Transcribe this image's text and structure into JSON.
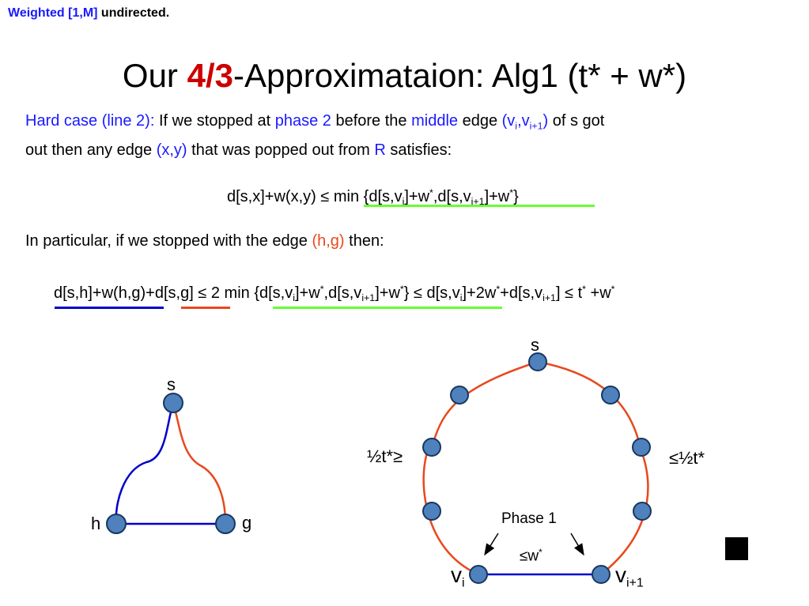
{
  "header": {
    "tag_blue": "Weighted [1,M]",
    "tag_black": " undirected."
  },
  "title": {
    "prefix": "Our ",
    "highlight": "4/3",
    "suffix": "-Approximataion: Alg1 (t* + w*)"
  },
  "para1": {
    "t1": "Hard case (line 2):",
    "t2": " If we stopped at ",
    "t3": "phase 2",
    "t4": " before the ",
    "t5": "middle",
    "t6": " edge ",
    "t7": "(v",
    "t8": "i",
    "t9": ",v",
    "t10": "i+1",
    "t11": ")",
    "t12": " of s got",
    "t13": "out then any edge ",
    "t14": "(x,y)",
    "t15": " that was popped out from ",
    "t16": "R",
    "t17": " satisfies:"
  },
  "eq1": {
    "a": "d[s,x]+w(x,y) ≤ ",
    "b": "min {d[s,v",
    "c": "i",
    "d": "]+w",
    "e": "*",
    "f": ",d[s,v",
    "g": "i+1",
    "h": "]+w",
    "i": "*",
    "j": "}"
  },
  "para2": {
    "a": "In particular, if we stopped with the edge ",
    "b": "(h,g)",
    "c": " then:"
  },
  "eq2": {
    "a": "d[s,h]+w(h,g)+d[s,g] ≤ 2 ",
    "b": "min {d[s,v",
    "c": "i",
    "d": "]+w",
    "e": "*",
    "f": ",d[s,v",
    "g": "i+1",
    "h": "]+w",
    "i": "*",
    "j": "} ≤ d[s,v",
    "k": "i",
    "l": "]+2w",
    "m": "*",
    "n": "+d[s,v",
    "o": "i+1",
    "p": "] ≤ t",
    "q": "*",
    "r": " +w",
    "s": "*"
  },
  "triangle": {
    "s": "s",
    "h": "h",
    "g": "g"
  },
  "cycle": {
    "s": "s",
    "left": "½t*≥",
    "right": "≤½t*",
    "phase": "Phase 1",
    "w": "≤w",
    "w_sup": "*",
    "vi": "v",
    "vi_sub": "i",
    "vi1": "v",
    "vi1_sub": "i+1"
  },
  "colors": {
    "blue": "#1a1aff",
    "orange": "#e8491d",
    "green": "#66ff33",
    "node": "#4f81bd",
    "edge_blue": "#0000cc"
  }
}
